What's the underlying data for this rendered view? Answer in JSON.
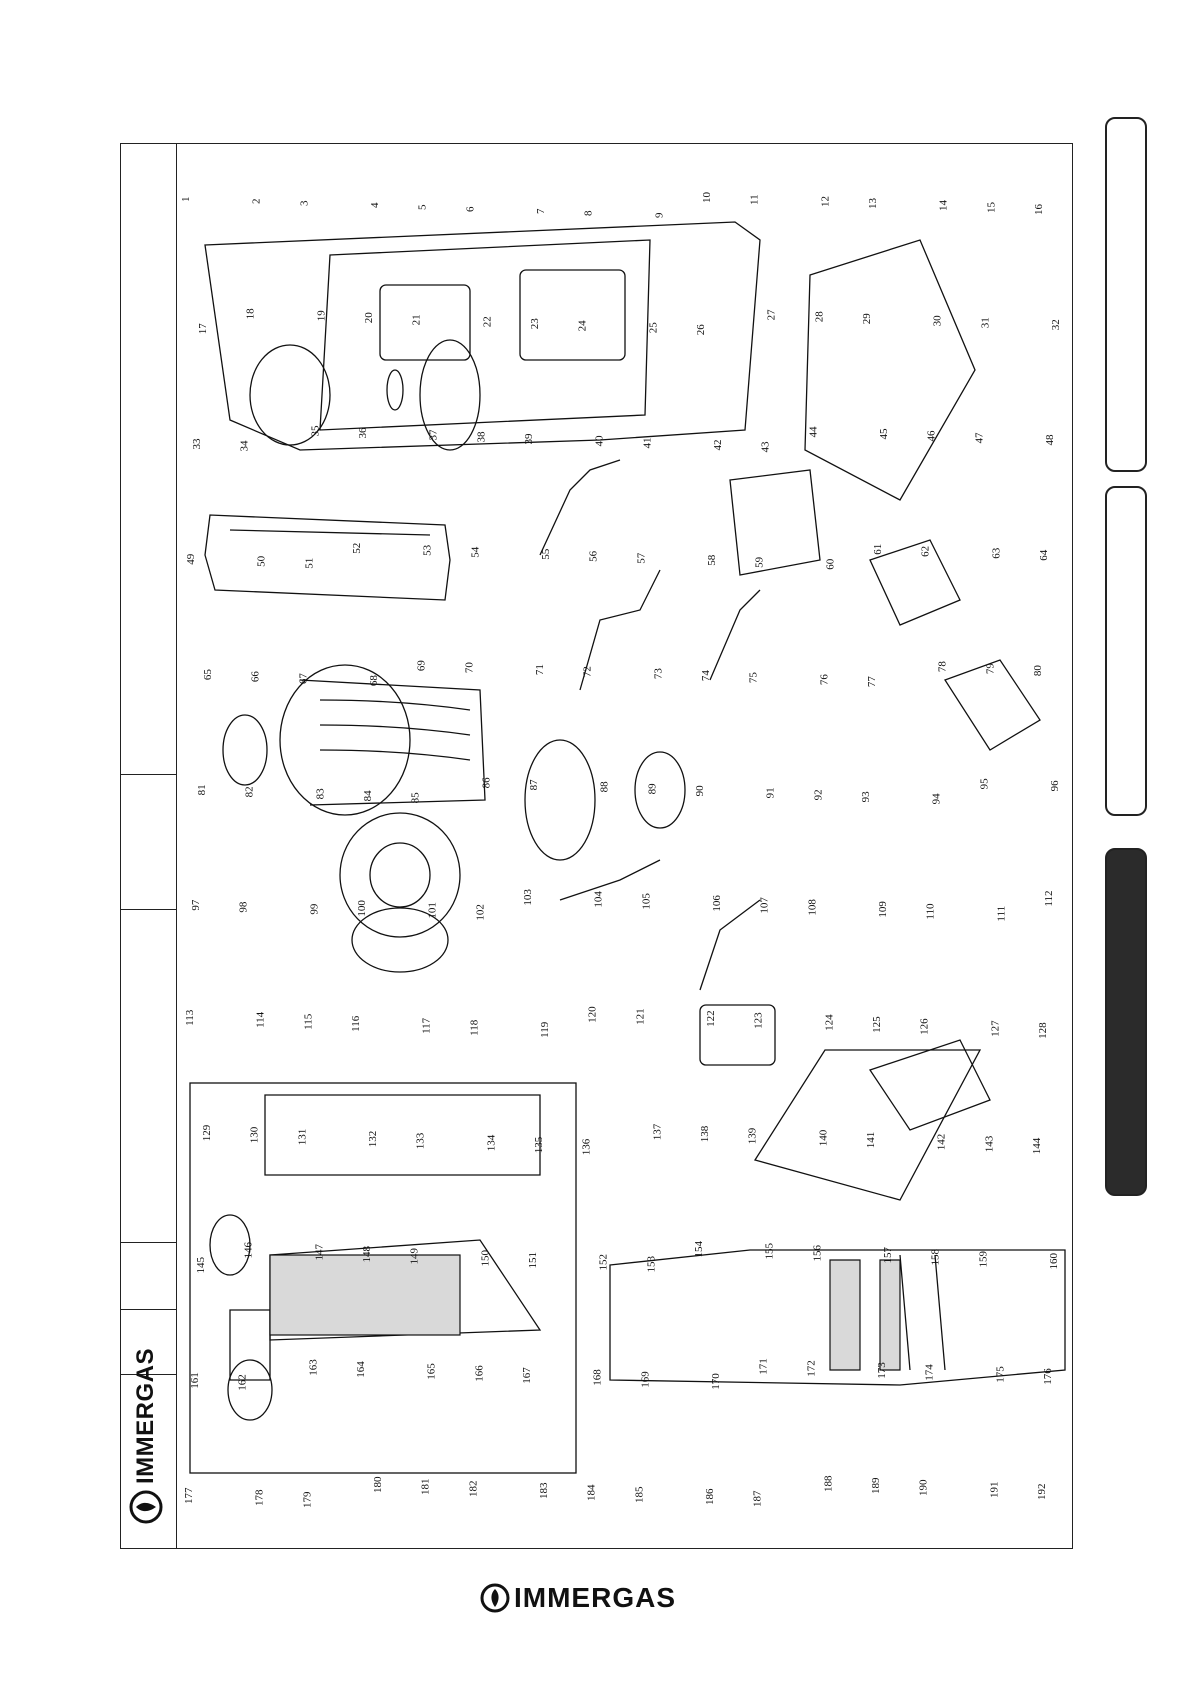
{
  "brand": {
    "name": "IMMERGAS"
  },
  "part_numbers": [
    "1",
    "2",
    "3",
    "4",
    "5",
    "6",
    "7",
    "8",
    "9",
    "10",
    "11",
    "12",
    "13",
    "14",
    "15",
    "16",
    "17",
    "18",
    "19",
    "20",
    "21",
    "22",
    "23",
    "24",
    "25",
    "26",
    "27",
    "28",
    "29",
    "30",
    "31",
    "32",
    "33",
    "34",
    "35",
    "36",
    "37",
    "38",
    "39",
    "40",
    "41",
    "42",
    "43",
    "44",
    "45",
    "46",
    "47",
    "48",
    "49",
    "50",
    "51",
    "52",
    "53",
    "54",
    "55",
    "56",
    "57",
    "58",
    "59",
    "60",
    "61",
    "62",
    "63",
    "64",
    "65",
    "66",
    "67",
    "68",
    "69",
    "70",
    "71",
    "72",
    "73",
    "74",
    "75",
    "76",
    "77",
    "78",
    "79",
    "80",
    "81",
    "82",
    "83",
    "84",
    "85",
    "86",
    "87",
    "88",
    "89",
    "90",
    "91",
    "92",
    "93",
    "94",
    "95",
    "96",
    "97",
    "98",
    "99",
    "100",
    "101",
    "102",
    "103",
    "104",
    "105",
    "106",
    "107",
    "108",
    "109",
    "110",
    "111",
    "112",
    "113",
    "114",
    "115",
    "116",
    "117",
    "118",
    "119",
    "120",
    "121",
    "122",
    "123",
    "124",
    "125",
    "126",
    "127",
    "128",
    "129",
    "130",
    "131",
    "132",
    "133",
    "134",
    "135",
    "136",
    "137",
    "138",
    "139",
    "140",
    "141",
    "142",
    "143",
    "144",
    "145",
    "146",
    "147",
    "148",
    "149",
    "150",
    "151",
    "152",
    "153",
    "154",
    "155",
    "156",
    "157",
    "158",
    "159",
    "160",
    "161",
    "162",
    "163",
    "164",
    "165",
    "166",
    "167",
    "168",
    "169",
    "170",
    "171",
    "172",
    "173",
    "174",
    "175",
    "176",
    "177",
    "178",
    "179",
    "180",
    "181",
    "182",
    "183",
    "184",
    "185",
    "186",
    "187",
    "188",
    "189",
    "190",
    "191",
    "192"
  ],
  "colors": {
    "ink": "#111111",
    "tab_active": "#2b2b2b",
    "panel_fill": "#d9d9d9"
  }
}
